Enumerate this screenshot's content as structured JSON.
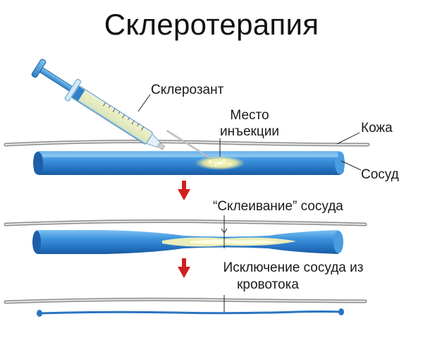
{
  "title": "Склеротерапия",
  "labels": {
    "sclerosant": "Склерозант",
    "injection_site_line1": "Место",
    "injection_site_line2": "инъекции",
    "skin": "Кожа",
    "vessel": "Сосуд",
    "gluing": "“Склеивание” сосуда",
    "exclusion_line1": "Исключение сосуда из",
    "exclusion_line2": "кровотока"
  },
  "colors": {
    "vessel_blue": "#2f7fd0",
    "vessel_dark": "#1a5aa0",
    "sclerosant_yellow": "#f2f0a0",
    "arrow_red": "#d02020",
    "skin_gray": "#9a9a9a"
  }
}
